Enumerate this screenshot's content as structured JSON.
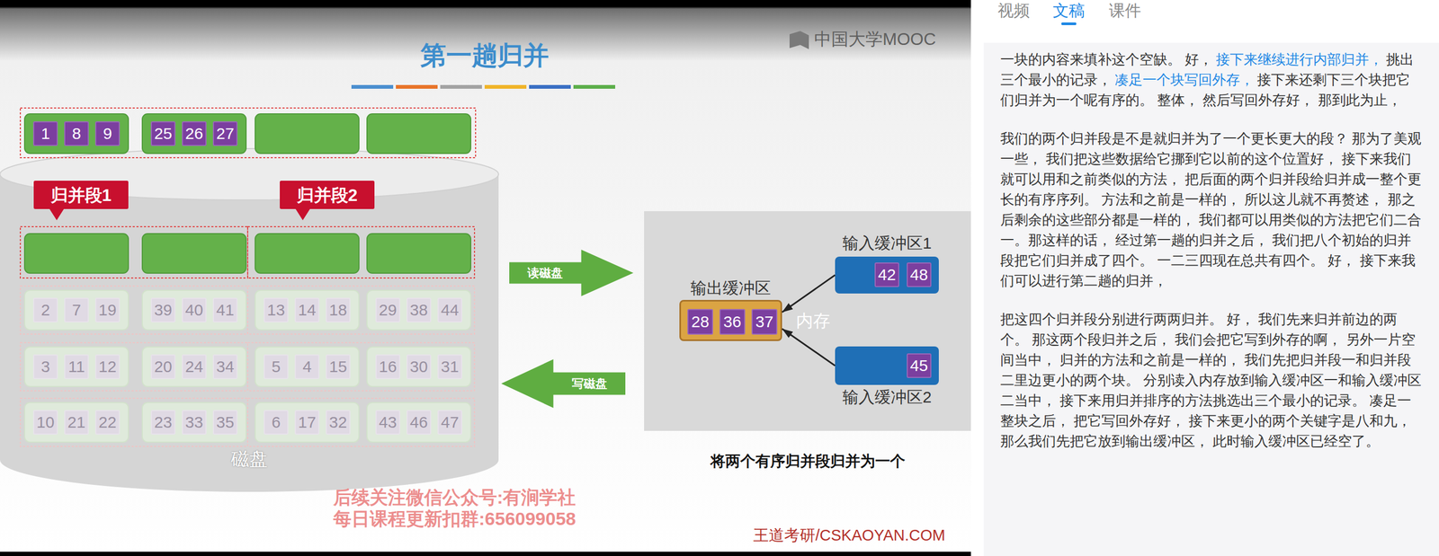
{
  "diagram": {
    "title": "第一趟归并",
    "caption": "将两个有序归并段归并为一个",
    "nodes": [
      {
        "text": [
          "1"
        ]
      },
      {
        "text": [
          "8"
        ]
      },
      {
        "text": [
          "9"
        ]
      },
      {
        "text": [
          "25"
        ]
      },
      {
        "text": [
          "26"
        ]
      },
      {
        "text": [
          "27"
        ]
      },
      {
        "text": [
          "归并段1"
        ]
      },
      {
        "text": [
          "归并段2"
        ]
      },
      {
        "text": [
          "2"
        ]
      },
      {
        "text": [
          "7"
        ]
      },
      {
        "text": [
          "19"
        ]
      },
      {
        "text": [
          "39"
        ]
      },
      {
        "text": [
          "40"
        ]
      },
      {
        "text": [
          "41"
        ]
      },
      {
        "text": [
          "13"
        ]
      },
      {
        "text": [
          "14"
        ]
      },
      {
        "text": [
          "18"
        ]
      },
      {
        "text": [
          "29"
        ]
      },
      {
        "text": [
          "38"
        ]
      },
      {
        "text": [
          "44"
        ]
      },
      {
        "text": [
          "3"
        ]
      },
      {
        "text": [
          "11"
        ]
      },
      {
        "text": [
          "12"
        ]
      },
      {
        "text": [
          "20"
        ]
      },
      {
        "text": [
          "24"
        ]
      },
      {
        "text": [
          "34"
        ]
      },
      {
        "text": [
          "5"
        ]
      },
      {
        "text": [
          "4"
        ]
      },
      {
        "text": [
          "15"
        ]
      },
      {
        "text": [
          "16"
        ]
      },
      {
        "text": [
          "30"
        ]
      },
      {
        "text": [
          "31"
        ]
      },
      {
        "text": [
          "10"
        ]
      },
      {
        "text": [
          "21"
        ]
      },
      {
        "text": [
          "22"
        ]
      },
      {
        "text": [
          "23"
        ]
      },
      {
        "text": [
          "33"
        ]
      },
      {
        "text": [
          "35"
        ]
      },
      {
        "text": [
          "6"
        ]
      },
      {
        "text": [
          "17"
        ]
      },
      {
        "text": [
          "32"
        ]
      },
      {
        "text": [
          "43"
        ]
      },
      {
        "text": [
          "46"
        ]
      },
      {
        "text": [
          "47"
        ]
      },
      {
        "text": [
          "读磁盘"
        ]
      },
      {
        "text": [
          "内存"
        ]
      },
      {
        "text": [
          "输出缓冲区"
        ],
        "in": 45
      },
      {
        "text": [
          "28"
        ],
        "in": 46
      },
      {
        "text": [
          "36"
        ],
        "in": 46
      },
      {
        "text": [
          "37"
        ],
        "in": 46
      },
      {
        "text": [
          "输入缓冲区1"
        ],
        "in": 45
      },
      {
        "text": [
          "42"
        ],
        "in": 50
      },
      {
        "text": [
          "48"
        ],
        "in": 50
      },
      {
        "text": [
          "输入缓冲区2"
        ],
        "in": 45
      },
      {
        "text": [
          "45"
        ],
        "in": 53
      },
      {
        "text": [
          "写磁盘"
        ]
      }
    ],
    "edges": [
      {
        "from": 50,
        "to": 46,
        "arrow": "to"
      },
      {
        "from": 53,
        "to": 46,
        "arrow": "to"
      }
    ],
    "labels": [
      "视频",
      "文稿",
      "课件",
      "一块的内容来填补这个空缺。 好，",
      "接下来继续进行内部归并，",
      "挑出三个最小的记录，",
      "凑足一个块写回外存，",
      "接下来还剩下三个块把它们归并为一个呢有序的。 整体， 然后写回外存好， 那到此为止，",
      "我们的两个归并段是不是就归并为了一个更长更大的段？ 那为了美观一些， 我们把这些数据给它挪到它以前的这个位置好， 接下来我们就可以用和之前类似的方法， 把后面的两个归并段给归并成一整个更长的有序序列。 方法和之前是一样的， 所以这儿就不再赘述， 那之后剩余的这些部分都是一样的， 我们都可以用类似的方法把它们二合一。那这样的话， 经过第一趟的归并之后， 我们把八个初始的归并段把它们归并成了四个。 一二三四现在总共有四个。 好， 接下来我们可以进行第二趟的归并，",
      "把这四个归并段分别进行两两归并。 好， 我们先来归并前边的两个。 那这两个段归并之后， 我们会把它写到外存的啊， 另外一片空间当中， 归并的方法和之前是一样的， 我们先把归并段一和归并段二里边更小的两个块。 分别读入内存放到输入缓冲区一和输入缓冲区二当中， 接下来用归并排序的方法挑选出三个最小的记录。 凑足一整块之后， 把它写回外存好， 接下来更小的两个关键字是八和九， 那么我们先把它放到输出缓冲区， 此时输入缓冲区已经空了。",
      "中国大学MOOC",
      "磁盘",
      "后续关注微信公众号:有涧学社",
      "每日课程更新扣群:656099058",
      "王道考研/CSKAOYAN.COM"
    ]
  }
}
